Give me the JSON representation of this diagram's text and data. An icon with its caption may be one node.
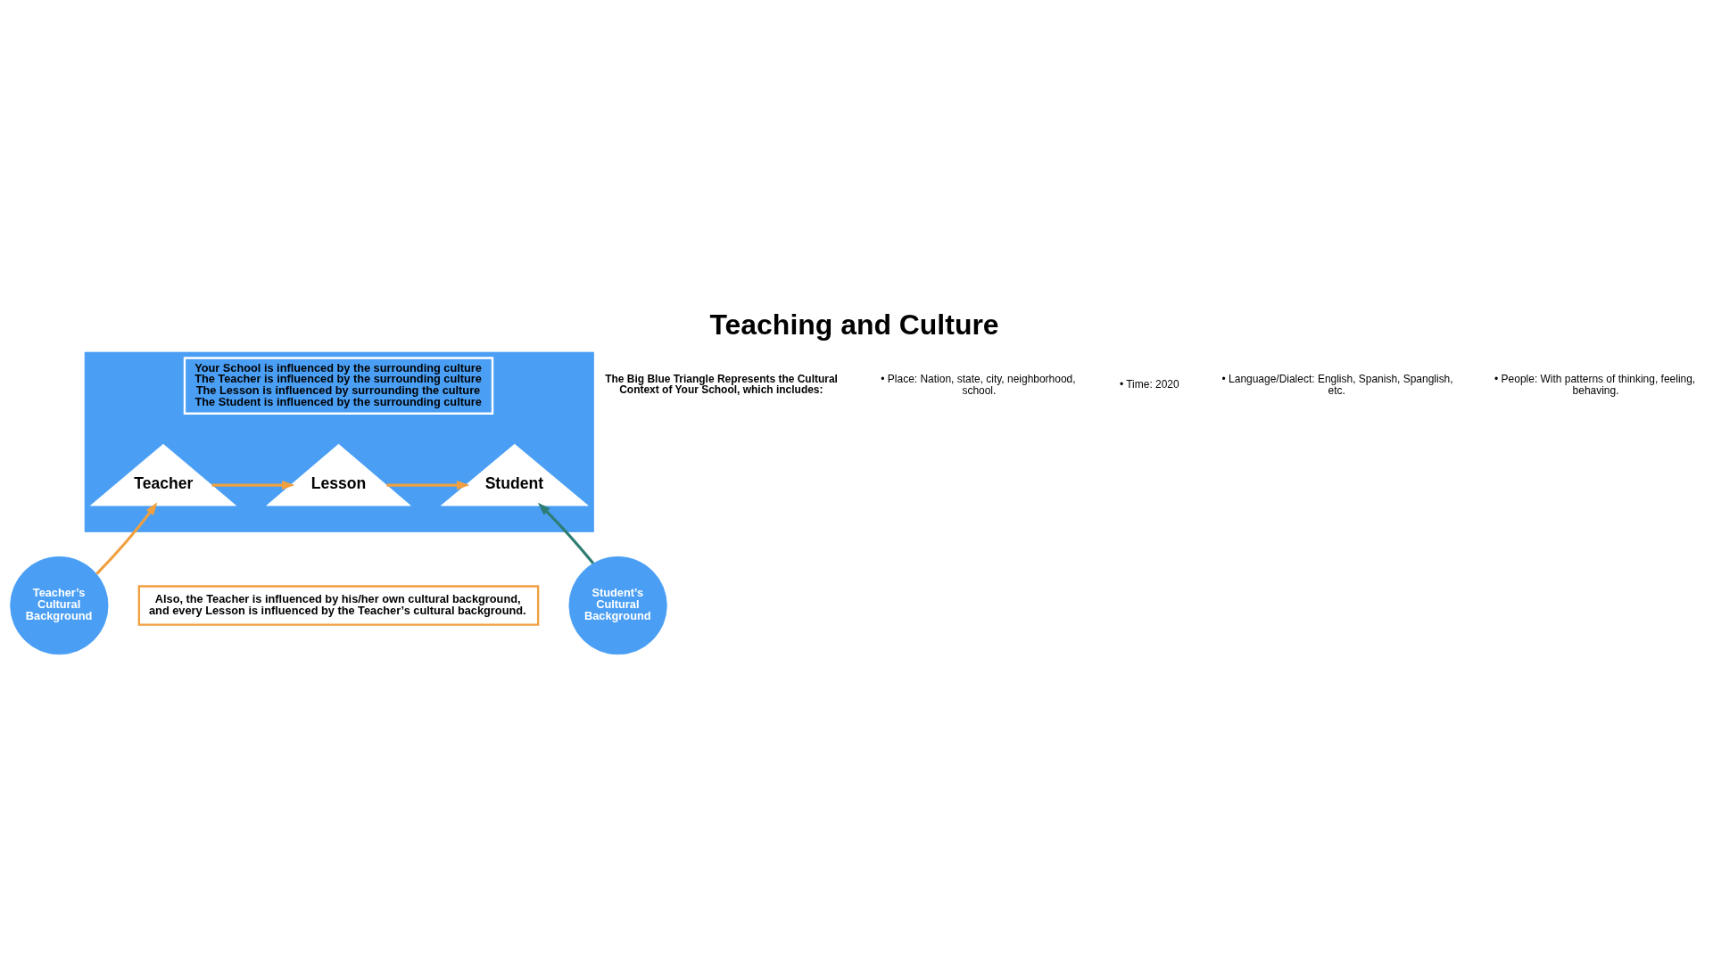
{
  "diagram": {
    "title": "Teaching and Culture",
    "nodes": [
      {
        "text": [],
        "shape": "triangle"
      },
      {
        "text": [
          "Your School is influenced by the surrounding culture",
          "The Teacher is influenced by the surrounding culture",
          "The Lesson is influenced by surrounding the culture",
          "The Student is influenced by the surrounding culture"
        ],
        "in": 0
      },
      {
        "text": [
          "Teacher"
        ],
        "in": 0
      },
      {
        "text": [
          "Lesson"
        ],
        "in": 0
      },
      {
        "text": [
          "Student"
        ],
        "in": 0
      },
      {
        "text": [
          "Teacher’s Cultural Background"
        ]
      },
      {
        "text": [
          "Student’s Cultural Background"
        ]
      },
      {
        "text": [
          "Also, the Teacher is influenced by his/her own cultural background, and every Lesson is influenced by the Teacher’s cultural background."
        ]
      }
    ],
    "edges": [
      {
        "from": 2,
        "to": 3,
        "arrow": "to"
      },
      {
        "from": 3,
        "to": 4,
        "arrow": "to"
      },
      {
        "from": 5,
        "to": 2,
        "arrow": "to"
      },
      {
        "from": 6,
        "to": 4,
        "arrow": "to",
        "color": "#2e7d73"
      }
    ],
    "labels": [
      "The Big Blue Triangle Represents the Cultural Context of Your School, which includes:",
      "• Place: Nation, state, city, neighborhood, school.",
      "• Time: 2020",
      "• Language/Dialect: English, Spanish, Spanglish, etc.",
      "• People: With patterns of thinking, feeling, behaving."
    ]
  }
}
